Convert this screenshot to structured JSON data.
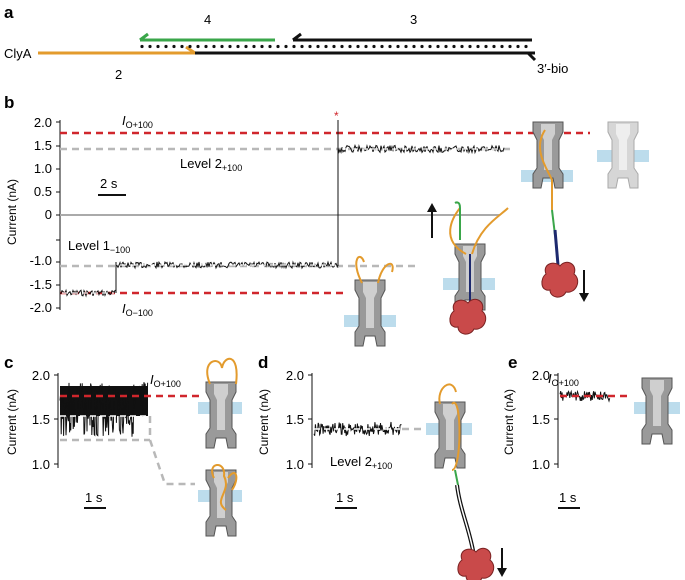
{
  "panel_labels": {
    "a": "a",
    "b": "b",
    "c": "c",
    "d": "d",
    "e": "e"
  },
  "panel_a": {
    "strand_label": "ClyA",
    "segment_2": "2",
    "segment_3": "3",
    "segment_4": "4",
    "end_label": "3′-bio"
  },
  "panel_b": {
    "ylabel": "Current (nA)",
    "yticks": [
      "2.0",
      "1.5",
      "1.0",
      "0.5",
      "0",
      "-1.0",
      "-1.5",
      "-2.0"
    ],
    "scale_bar": "2 s",
    "level_O100_main": "I",
    "level_O100_sub": "O+100",
    "level2_main": "Level 2",
    "level2_sub": "+100",
    "level1_main": "Level 1",
    "level1_sub": "−100",
    "levelOm100_main": "I",
    "levelOm100_sub": "O−100",
    "star": "*"
  },
  "panel_c": {
    "ylabel": "Current (nA)",
    "yticks": [
      "2.0",
      "1.5",
      "1.0"
    ],
    "scale_bar": "1 s",
    "level_main": "I",
    "level_sub": "O+100"
  },
  "panel_d": {
    "ylabel": "Current (nA)",
    "yticks": [
      "2.0",
      "1.5",
      "1.0"
    ],
    "scale_bar": "1 s",
    "level_main": "Level 2",
    "level_sub": "+100"
  },
  "panel_e": {
    "ylabel": "Current (nA)",
    "yticks": [
      "2.0",
      "1.5",
      "1.0"
    ],
    "scale_bar": "1 s",
    "level_main": "I",
    "level_sub": "O+100"
  },
  "colors": {
    "red_dash": "#d0262c",
    "grey_dash": "#b8b8b8",
    "orange": "#e39b2d",
    "green": "#3aa64a",
    "navy": "#1e2a6e",
    "pore": "#8c8c8c",
    "membrane": "#bcdcec",
    "protein": "#c94a4a"
  }
}
